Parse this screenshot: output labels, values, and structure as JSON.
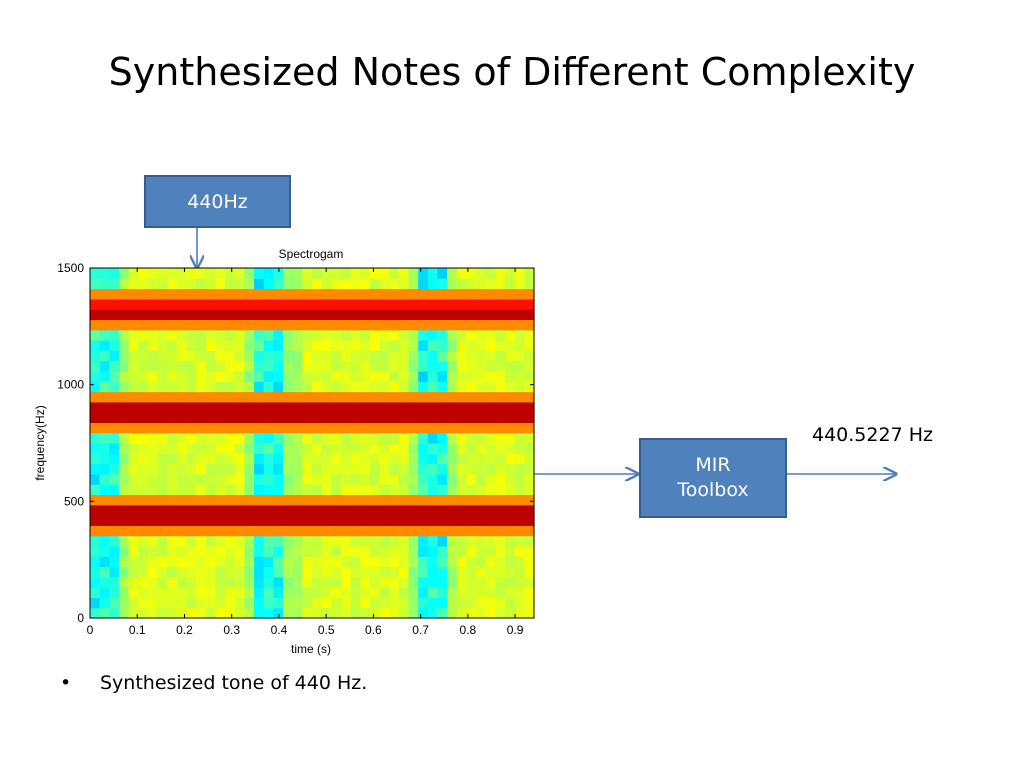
{
  "slide": {
    "title": "Synthesized Notes of Different Complexity",
    "bullet_symbol": "•",
    "bullet_text": "Synthesized tone of 440 Hz."
  },
  "diagram": {
    "input_label": "440Hz",
    "processor_label_line1": "MIR",
    "processor_label_line2": "Toolbox",
    "output_label": "440.5227 Hz",
    "arrow_color": "#4a7ebb",
    "box_color": "#4f81bd"
  },
  "chart_data": {
    "type": "heatmap",
    "title": "Spectrogam",
    "xlabel": "time (s)",
    "ylabel": "frequency(Hz)",
    "xlim": [
      0,
      0.94
    ],
    "ylim": [
      0,
      1500
    ],
    "xticks": [
      "0",
      "0.1",
      "0.2",
      "0.3",
      "0.4",
      "0.5",
      "0.6",
      "0.7",
      "0.8",
      "0.9"
    ],
    "xtick_values": [
      0,
      0.1,
      0.2,
      0.3,
      0.4,
      0.5,
      0.6,
      0.7,
      0.8,
      0.9
    ],
    "yticks": [
      "0",
      "500",
      "1000",
      "1500"
    ],
    "ytick_values": [
      0,
      500,
      1000,
      1500
    ],
    "colormap": "jet",
    "harmonics_hz": [
      440,
      880,
      1320
    ],
    "time_frames": 46,
    "frequency_bins": 34,
    "time_range": [
      0.0,
      0.94
    ],
    "frequency_range": [
      0,
      1500
    ]
  }
}
